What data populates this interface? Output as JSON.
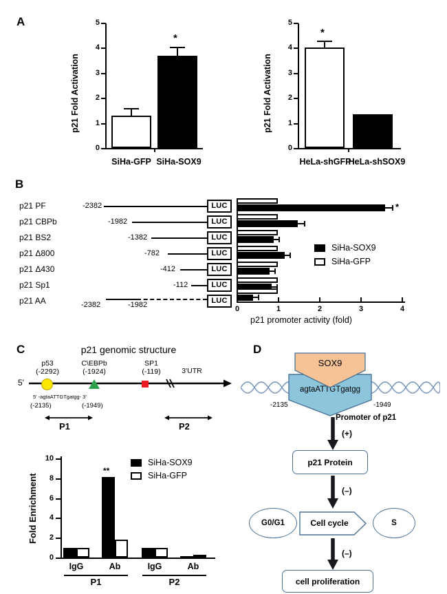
{
  "panels": {
    "A": {
      "letter": "A"
    },
    "B": {
      "letter": "B"
    },
    "C": {
      "letter": "C"
    },
    "D": {
      "letter": "D"
    }
  },
  "chart_data": [
    {
      "type": "bar",
      "id": "panelA-left",
      "title": "",
      "xlabel": "",
      "ylabel": "p21 Fold Activation",
      "categories": [
        "SiHa-GFP",
        "SiHa-SOX9"
      ],
      "values": [
        1.3,
        3.67
      ],
      "errors": [
        0.3,
        0.38
      ],
      "fills": [
        "white",
        "black"
      ],
      "annotations": [
        {
          "category": "SiHa-SOX9",
          "text": "*"
        }
      ],
      "ylim": [
        0,
        5
      ],
      "yticks": [
        0,
        1,
        2,
        3,
        4,
        5
      ],
      "grid": false
    },
    {
      "type": "bar",
      "id": "panelA-right",
      "title": "",
      "xlabel": "",
      "ylabel": "p21 Fold Activation",
      "categories": [
        "HeLa-shGFP",
        "HeLa-shSOX9"
      ],
      "values": [
        4.0,
        1.35
      ],
      "errors": [
        0.3,
        0.03
      ],
      "fills": [
        "white",
        "black"
      ],
      "annotations": [
        {
          "category": "HeLa-shGFP",
          "text": "*"
        }
      ],
      "ylim": [
        0,
        5
      ],
      "yticks": [
        0,
        1,
        2,
        3,
        4,
        5
      ],
      "grid": false
    },
    {
      "type": "bar",
      "id": "panelB",
      "orientation": "horizontal",
      "title": "",
      "xlabel": "p21 promoter activity (fold)",
      "ylabel": "",
      "categories": [
        "p21 PF",
        "p21 CBPb",
        "p21 BS2",
        "p21 Δ800",
        "p21 Δ430",
        "p21 Sp1",
        "p21 AA"
      ],
      "series": [
        {
          "name": "SiHa-SOX9",
          "fill": "black",
          "values": [
            3.6,
            1.48,
            0.9,
            1.17,
            0.8,
            0.85,
            0.4
          ],
          "errors": [
            0.18,
            0.15,
            0.06,
            0.08,
            0.05,
            0.05,
            0.05
          ]
        },
        {
          "name": "SiHa-GFP",
          "fill": "white",
          "values": [
            1.0,
            1.0,
            1.0,
            1.0,
            1.0,
            1.0,
            1.0
          ],
          "errors": [
            0,
            0,
            0,
            0,
            0,
            0,
            0
          ]
        }
      ],
      "annotations": [
        {
          "category": "p21 PF",
          "series": "SiHa-SOX9",
          "text": "*"
        }
      ],
      "xlim": [
        0,
        4
      ],
      "xticks": [
        0,
        1,
        2,
        3,
        4
      ],
      "legend": [
        "SiHa-SOX9",
        "SiHa-GFP"
      ],
      "legend_position": "center-right",
      "grid": false
    },
    {
      "type": "bar",
      "id": "panelC-chip",
      "title": "",
      "xlabel": "",
      "ylabel": "Fold Enrichment",
      "categories": [
        "IgG",
        "Ab",
        "IgG",
        "Ab"
      ],
      "groups": [
        "P1",
        "P1",
        "P2",
        "P2"
      ],
      "series": [
        {
          "name": "SiHa-SOX9",
          "fill": "black",
          "values": [
            1.0,
            8.1,
            1.0,
            0.15
          ]
        },
        {
          "name": "SiHa-GFP",
          "fill": "white",
          "values": [
            1.0,
            1.8,
            1.0,
            0.28
          ]
        }
      ],
      "annotations": [
        {
          "category": "Ab",
          "group": "P1",
          "series": "SiHa-SOX9",
          "text": "**"
        }
      ],
      "ylim": [
        0,
        10
      ],
      "yticks": [
        0,
        2,
        4,
        6,
        8,
        10
      ],
      "legend": [
        "SiHa-SOX9",
        "SiHa-GFP"
      ],
      "legend_position": "top-right",
      "grid": false
    }
  ],
  "panelA": {
    "left": {
      "ylabel": "p21 Fold Activation",
      "yticks": [
        "0",
        "1",
        "2",
        "3",
        "4",
        "5"
      ],
      "bars": [
        {
          "label": "SiHa-GFP",
          "value": 1.3,
          "error": 0.3,
          "fill": "white",
          "star": ""
        },
        {
          "label": "SiHa-SOX9",
          "value": 3.67,
          "error": 0.38,
          "fill": "black",
          "star": "*"
        }
      ]
    },
    "right": {
      "ylabel": "p21 Fold Activation",
      "yticks": [
        "0",
        "1",
        "2",
        "3",
        "4",
        "5"
      ],
      "bars": [
        {
          "label": "HeLa-shGFP",
          "value": 4.0,
          "error": 0.3,
          "fill": "white",
          "star": "*"
        },
        {
          "label": "HeLa-shSOX9",
          "value": 1.35,
          "error": 0.03,
          "fill": "black",
          "star": ""
        }
      ]
    }
  },
  "panelB": {
    "constructs": [
      {
        "name": "p21 PF",
        "start_label": "-2382",
        "end_label": "",
        "style": "solid",
        "line_start_pct": 0
      },
      {
        "name": "p21 CBPb",
        "start_label": "-1982",
        "end_label": "",
        "style": "solid",
        "line_start_pct": 27
      },
      {
        "name": "p21 BS2",
        "start_label": "-1382",
        "end_label": "",
        "style": "solid",
        "line_start_pct": 45
      },
      {
        "name": "p21 Δ800",
        "start_label": "-782",
        "end_label": "",
        "style": "solid",
        "line_start_pct": 62
      },
      {
        "name": "p21 Δ430",
        "start_label": "-412",
        "end_label": "",
        "style": "solid",
        "line_start_pct": 75
      },
      {
        "name": "p21 Sp1",
        "start_label": "-112",
        "end_label": "",
        "style": "solid",
        "line_start_pct": 85
      },
      {
        "name": "p21 AA",
        "start_label": "-2382",
        "end_label": "-1982",
        "style": "dashed",
        "line_start_pct": 0
      }
    ],
    "luc_label": "LUC",
    "xlabel": "p21 promoter activity (fold)",
    "xticks": [
      "0",
      "1",
      "2",
      "3",
      "4"
    ],
    "legend": [
      {
        "label": "SiHa-SOX9",
        "fill": "black"
      },
      {
        "label": "SiHa-GFP",
        "fill": "white"
      }
    ],
    "bars": [
      {
        "black": 3.6,
        "black_err": 0.18,
        "white": 1.0,
        "star": "*"
      },
      {
        "black": 1.48,
        "black_err": 0.15,
        "white": 1.0,
        "star": ""
      },
      {
        "black": 0.9,
        "black_err": 0.06,
        "white": 1.0,
        "star": ""
      },
      {
        "black": 1.17,
        "black_err": 0.08,
        "white": 1.0,
        "star": ""
      },
      {
        "black": 0.8,
        "black_err": 0.05,
        "white": 1.0,
        "star": ""
      },
      {
        "black": 0.85,
        "black_err": 0.05,
        "white": 1.0,
        "star": ""
      },
      {
        "black": 0.4,
        "black_err": 0.05,
        "white": 1.0,
        "star": ""
      }
    ]
  },
  "panelC": {
    "title": "p21 genomic structure",
    "five_prime": "5'",
    "sites": [
      {
        "name": "p53",
        "position": "(-2292)",
        "color": "#FFE800",
        "shape": "circle"
      },
      {
        "name": "C\\EBPb",
        "position": "(-1924)",
        "color": "#2DA14B",
        "shape": "triangle"
      },
      {
        "name": "SP1",
        "position": "(-119)",
        "color": "#ED1C24",
        "shape": "square"
      }
    ],
    "utr_label": "3'UTR",
    "sequence": "5' -agtaATTGTgatgg- 3'",
    "seq_start": "(-2135)",
    "seq_end": "(-1949)",
    "regions": [
      {
        "label": "P1"
      },
      {
        "label": "P2"
      }
    ],
    "chip": {
      "ylabel": "Fold Enrichment",
      "yticks": [
        "0",
        "2",
        "4",
        "6",
        "8",
        "10"
      ],
      "legend": [
        {
          "label": "SiHa-SOX9",
          "fill": "black"
        },
        {
          "label": "SiHa-GFP",
          "fill": "white"
        }
      ],
      "groups": [
        {
          "label": "P1",
          "pairs": [
            {
              "label": "IgG",
              "black": 1.0,
              "white": 1.0,
              "star": ""
            },
            {
              "label": "Ab",
              "black": 8.1,
              "white": 1.8,
              "star": "**"
            }
          ]
        },
        {
          "label": "P2",
          "pairs": [
            {
              "label": "IgG",
              "black": 1.0,
              "white": 1.0,
              "star": ""
            },
            {
              "label": "Ab",
              "black": 0.15,
              "white": 0.28,
              "star": ""
            }
          ]
        }
      ]
    }
  },
  "panelD": {
    "protein": "SOX9",
    "motif": "agtaATTGTgatgg",
    "left_pos": "-2135",
    "right_pos": "-1949",
    "promoter_label": "Promoter of  p21",
    "arrow1_sign": "(+)",
    "node_p21": "p21  Protein",
    "arrow2_sign": "(–)",
    "node_g0g1": "G0/G1",
    "node_cellcycle": "Cell cycle",
    "node_s": "S",
    "arrow3_sign": "(–)",
    "node_proliferation": "cell proliferation",
    "colors": {
      "protein_fill": "#F5C396",
      "motif_fill": "#8DC6DC",
      "border": "#4a7296",
      "dna": "#7a94b8"
    }
  }
}
